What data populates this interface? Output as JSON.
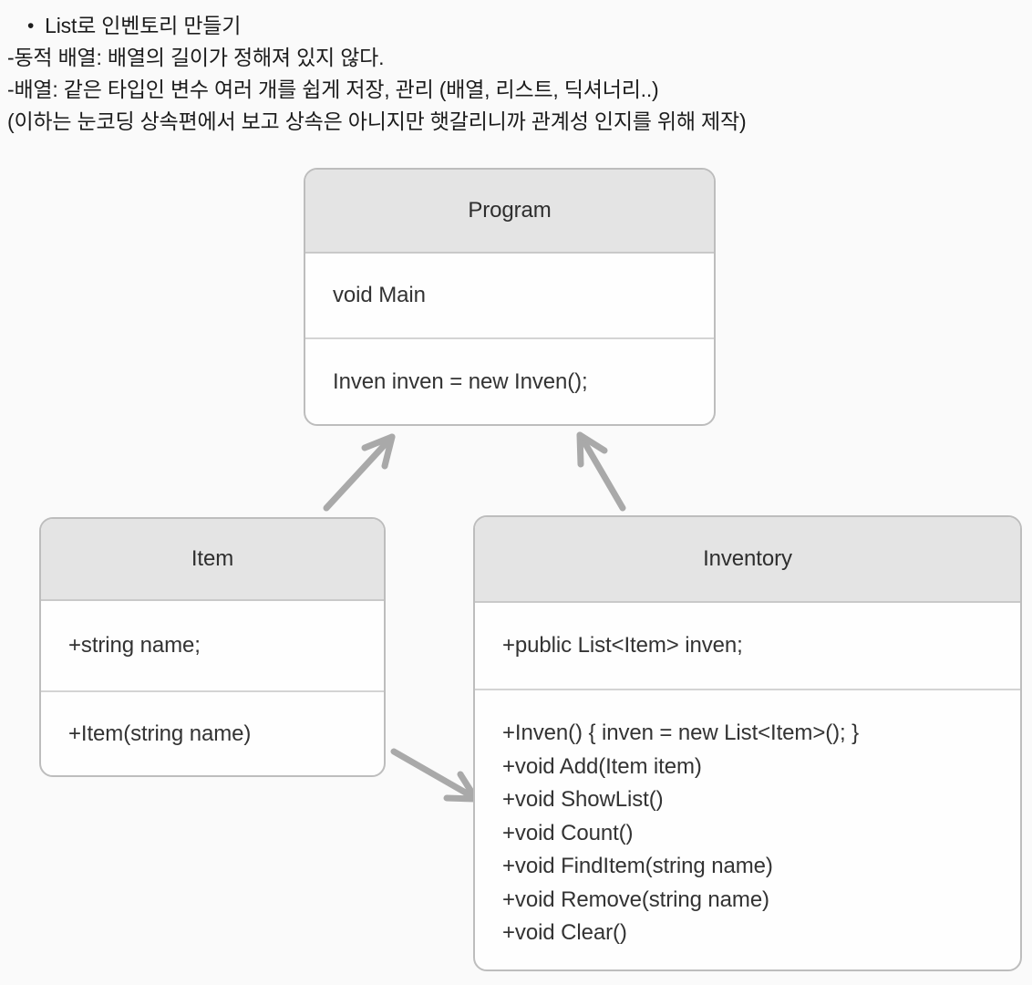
{
  "notes": {
    "bullet": "•",
    "line1": "List로 인벤토리 만들기",
    "line2": "-동적 배열: 배열의 길이가 정해져 있지 않다.",
    "line3": "-배열: 같은 타입인 변수 여러 개를 쉽게 저장, 관리 (배열, 리스트, 딕셔너리..)",
    "line4": "(이하는 눈코딩 상속편에서 보고 상속은 아니지만 햇갈리니까 관계성 인지를 위해 제작)"
  },
  "program": {
    "title": "Program",
    "field": "void Main",
    "body": "Inven inven = new Inven();"
  },
  "item": {
    "title": "Item",
    "field": "+string name;",
    "constructor": "+Item(string name)"
  },
  "inventory": {
    "title": "Inventory",
    "field": "+public List<Item> inven;",
    "methods": [
      "+Inven() { inven = new List<Item>(); }",
      "+void Add(Item item)",
      "+void ShowList()",
      "+void Count()",
      "+void FindItem(string name)",
      "+void Remove(string name)",
      "+void Clear()"
    ]
  },
  "arrows": [
    "item-to-program",
    "inventory-to-program",
    "item-to-inventory"
  ],
  "colors": {
    "page_bg": "#fafafa",
    "box_bg": "#fefefe",
    "header_bg": "#e4e4e4",
    "border": "#bdbdbd",
    "divider": "#d4d4d4",
    "text": "#333333",
    "arrow": "#a9a9a9"
  }
}
